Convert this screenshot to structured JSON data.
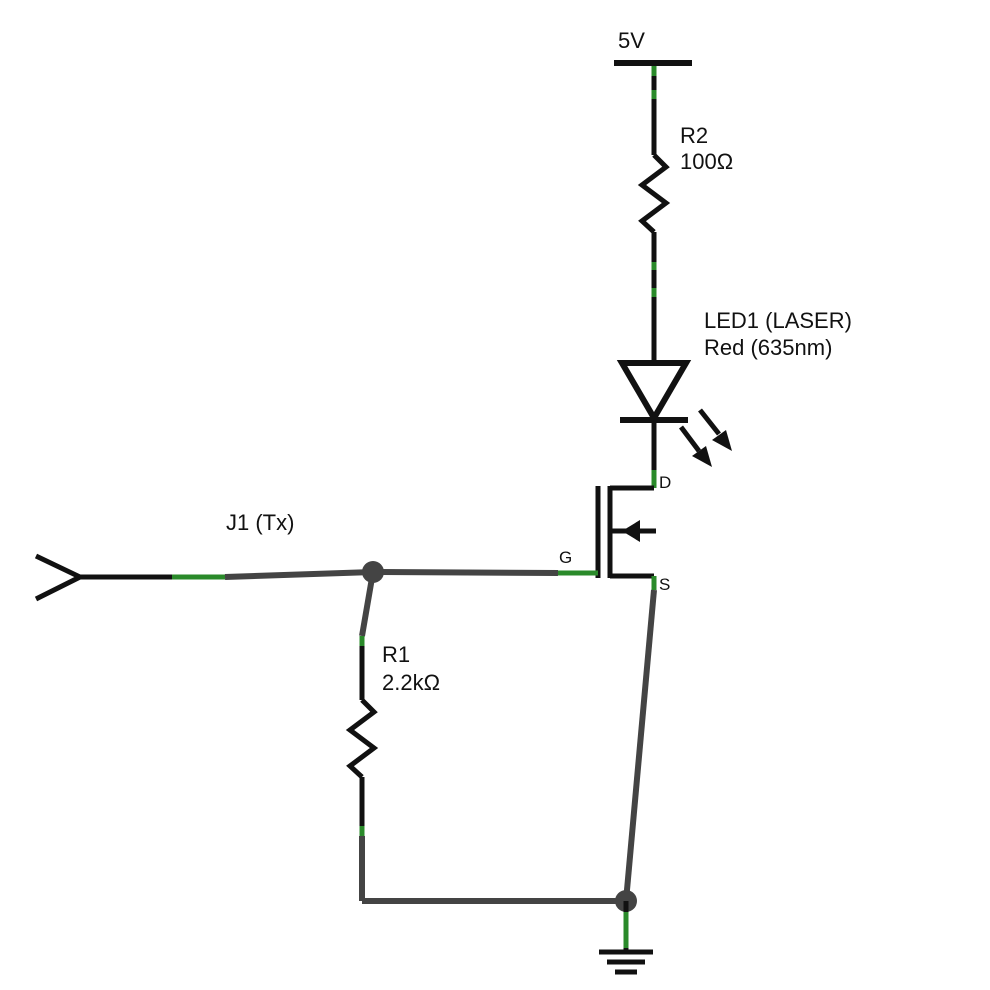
{
  "colors": {
    "wire": "#444444",
    "lead": "#111111",
    "pin_end": "#2a8a2a",
    "junction": "#444444",
    "background": "#ffffff"
  },
  "labels": {
    "supply": "5V",
    "r2_name": "R2",
    "r2_value": "100Ω",
    "led_name": "LED1 (LASER)",
    "led_value": "Red (635nm)",
    "j1_name": "J1 (Tx)",
    "r1_name": "R1",
    "r1_value": "2.2kΩ",
    "pin_drain": "D",
    "pin_gate": "G",
    "pin_source": "S"
  },
  "components": [
    {
      "id": "supply",
      "type": "power-5v-symbol"
    },
    {
      "id": "R2",
      "type": "resistor",
      "icon": "zigzag-resistor-icon"
    },
    {
      "id": "LED1",
      "type": "laser-diode",
      "icon": "diode-with-emission-arrows-icon"
    },
    {
      "id": "Q1",
      "type": "n-channel-mosfet",
      "icon": "mosfet-icon"
    },
    {
      "id": "J1",
      "type": "signal-input-connector",
      "icon": "chevron-connector-icon"
    },
    {
      "id": "R1",
      "type": "resistor",
      "icon": "zigzag-resistor-icon"
    },
    {
      "id": "ground",
      "type": "ground-symbol",
      "icon": "ground-icon"
    }
  ]
}
